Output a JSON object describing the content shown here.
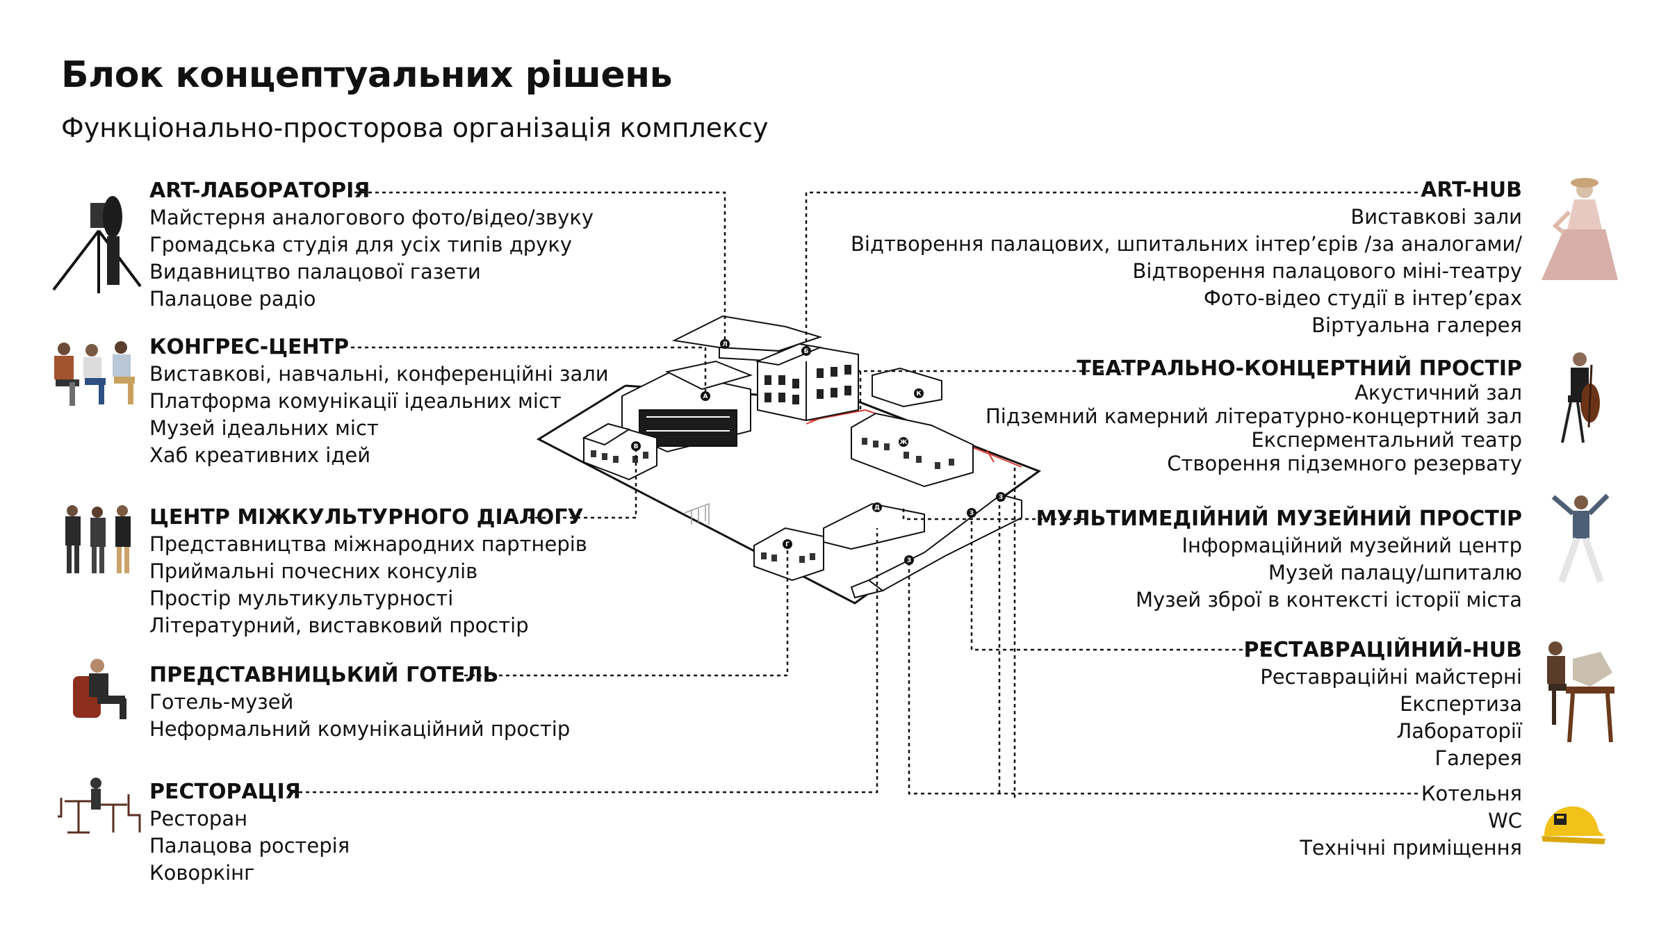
{
  "header": {
    "title": "Блок концептуальних рішень",
    "subtitle": "Функціонально-просторова організація комплексу"
  },
  "left_blocks": [
    {
      "title": "ART-ЛАБОРАТОРІЯ",
      "items": [
        "Майстерня аналогового фото/відео/звуку",
        "Громадська студія для усіх типів друку",
        "Видавництво палацової газети",
        "Палацове радіо"
      ],
      "icon": "camera-tripod-person-icon"
    },
    {
      "title": "КОНГРЕС-ЦЕНТР",
      "items": [
        "Виставкові, навчальні, конференційні зали",
        "Платформа комунікації ідеальних міст",
        "Музей ідеальних міст",
        "Хаб креативних ідей"
      ],
      "icon": "seated-people-icon"
    },
    {
      "title": "ЦЕНТР МІЖКУЛЬТУРНОГО ДІАЛОГУ",
      "items": [
        "Представництва міжнародних партнерів",
        "Приймальні почесних консулів",
        "Простір мультикультурності",
        "Літературний, виставковий простір"
      ],
      "icon": "businessmen-group-icon"
    },
    {
      "title": "ПРЕДСТАВНИЦЬКИЙ ГОТЕЛЬ",
      "items": [
        "Готель-музей",
        "Неформальний комунікаційний простір"
      ],
      "icon": "man-in-armchair-icon"
    },
    {
      "title": "РЕСТОРАЦІЯ",
      "items": [
        "Ресторан",
        "Палацова ростерія",
        "Коворкінг"
      ],
      "icon": "cafe-tables-icon"
    }
  ],
  "right_blocks": [
    {
      "title": "ART-HUB",
      "items": [
        "Виставкові зали",
        "Відтворення палацових, шпитальних інтер’єрів /за аналогами/",
        "Відтворення палацового міні-театру",
        "Фото-відео студії в інтер’єрах",
        "Віртуальна галерея"
      ],
      "icon": "lady-in-gown-icon"
    },
    {
      "title": "ТЕАТРАЛЬНО-КОНЦЕРТНИЙ ПРОСТІР",
      "items": [
        "Акустичний зал",
        "Підземний камерний літературно-концертний зал",
        "Експерментальний театр",
        "Створення підземного резервату"
      ],
      "icon": "cellist-icon"
    },
    {
      "title": "МУЛЬТИМЕДІЙНИЙ МУЗЕЙНИЙ ПРОСТІР",
      "items": [
        "Інформаційний музейний центр",
        "Музей палацу/шпиталю",
        "Музей зброї в контексті історії міста"
      ],
      "icon": "dancer-icon"
    },
    {
      "title": "РЕСТАВРАЦІЙНИЙ-HUB",
      "items": [
        "Реставраційні майстерні",
        "Експертиза",
        "Лабораторії",
        "Галерея"
      ],
      "icon": "sculptor-icon"
    },
    {
      "title": "",
      "items": [
        "Котельня",
        "WC",
        "Технічні приміщення"
      ],
      "icon": "hard-hat-icon"
    }
  ],
  "markers": [
    "Л",
    "Б",
    "А",
    "В",
    "К",
    "Ж",
    "Д",
    "Г",
    "З",
    "З",
    "З"
  ],
  "colors": {
    "text": "#111111",
    "leader": "#111111",
    "site_red": "#d63a2f",
    "hat": "#f2c21b"
  }
}
